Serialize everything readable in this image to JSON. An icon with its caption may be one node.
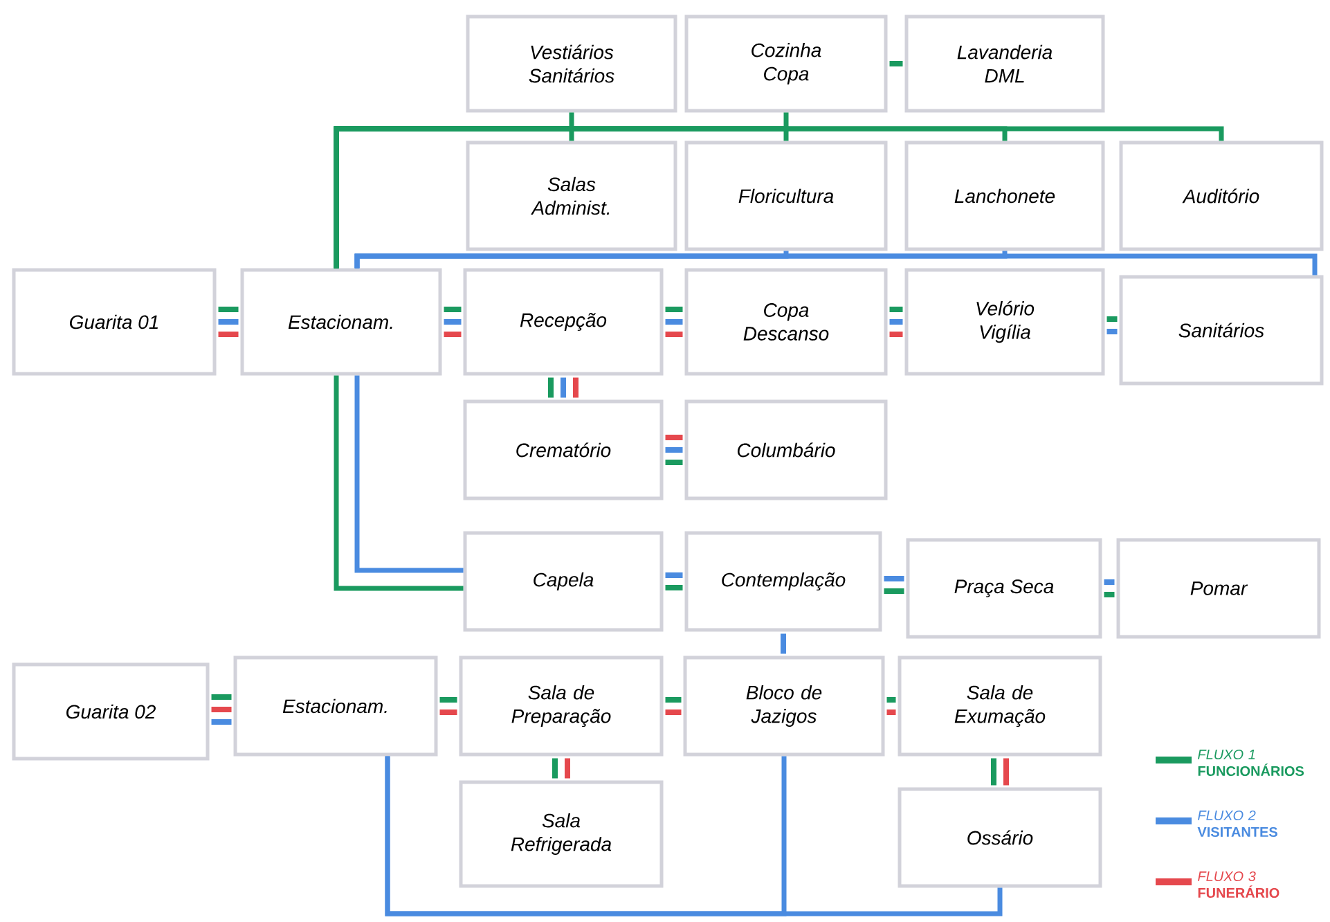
{
  "diagram": {
    "nodes": [
      {
        "text": [
          "Vestiários Sanitários"
        ]
      },
      {
        "text": [
          "Cozinha Copa"
        ]
      },
      {
        "text": [
          "Lavanderia DML"
        ]
      },
      {
        "text": [
          "Salas Administ."
        ]
      },
      {
        "text": [
          "Floricultura"
        ]
      },
      {
        "text": [
          "Lanchonete"
        ]
      },
      {
        "text": [
          "Auditório"
        ]
      },
      {
        "text": [
          "Guarita 01"
        ]
      },
      {
        "text": [
          "Estacionam."
        ]
      },
      {
        "text": [
          "Recepção"
        ]
      },
      {
        "text": [
          "Copa Descanso"
        ]
      },
      {
        "text": [
          "Velório Vigília"
        ]
      },
      {
        "text": [
          "Sanitários"
        ]
      },
      {
        "text": [
          "Crematório"
        ]
      },
      {
        "text": [
          "Columbário"
        ]
      },
      {
        "text": [
          "Capela"
        ]
      },
      {
        "text": [
          "Contemplação"
        ]
      },
      {
        "text": [
          "Praça Seca"
        ]
      },
      {
        "text": [
          "Pomar"
        ]
      },
      {
        "text": [
          "Guarita 02"
        ]
      },
      {
        "text": [
          "Estacionam."
        ]
      },
      {
        "text": [
          "Sala de Preparação"
        ]
      },
      {
        "text": [
          "Bloco de Jazigos"
        ]
      },
      {
        "text": [
          "Sala de Exumação"
        ]
      },
      {
        "text": [
          "Sala Refrigerada"
        ]
      },
      {
        "text": [
          "Ossário"
        ]
      }
    ],
    "edges": [
      {
        "from": 1,
        "to": 2,
        "arrow": "none",
        "color": "#1a9a5f"
      },
      {
        "from": 8,
        "to": 0,
        "arrow": "none",
        "color": "#1a9a5f"
      },
      {
        "from": 8,
        "to": 3,
        "arrow": "none",
        "color": "#1a9a5f"
      },
      {
        "from": 8,
        "to": 1,
        "arrow": "none",
        "color": "#1a9a5f"
      },
      {
        "from": 8,
        "to": 4,
        "arrow": "none",
        "color": "#1a9a5f"
      },
      {
        "from": 8,
        "to": 5,
        "arrow": "none",
        "color": "#1a9a5f"
      },
      {
        "from": 8,
        "to": 6,
        "arrow": "none",
        "color": "#1a9a5f"
      },
      {
        "from": 8,
        "to": 4,
        "arrow": "none",
        "color": "#4a8be0"
      },
      {
        "from": 8,
        "to": 5,
        "arrow": "none",
        "color": "#4a8be0"
      },
      {
        "from": 8,
        "to": 12,
        "arrow": "none",
        "color": "#4a8be0"
      },
      {
        "from": 7,
        "to": 8,
        "arrow": "none",
        "color": "#1a9a5f"
      },
      {
        "from": 7,
        "to": 8,
        "arrow": "none",
        "color": "#4a8be0"
      },
      {
        "from": 7,
        "to": 8,
        "arrow": "none",
        "color": "#e5484d"
      },
      {
        "from": 8,
        "to": 9,
        "arrow": "none",
        "color": "#1a9a5f"
      },
      {
        "from": 8,
        "to": 9,
        "arrow": "none",
        "color": "#4a8be0"
      },
      {
        "from": 8,
        "to": 9,
        "arrow": "none",
        "color": "#e5484d"
      },
      {
        "from": 9,
        "to": 10,
        "arrow": "none",
        "color": "#1a9a5f"
      },
      {
        "from": 9,
        "to": 10,
        "arrow": "none",
        "color": "#4a8be0"
      },
      {
        "from": 9,
        "to": 10,
        "arrow": "none",
        "color": "#e5484d"
      },
      {
        "from": 10,
        "to": 11,
        "arrow": "none",
        "color": "#1a9a5f"
      },
      {
        "from": 10,
        "to": 11,
        "arrow": "none",
        "color": "#4a8be0"
      },
      {
        "from": 10,
        "to": 11,
        "arrow": "none",
        "color": "#e5484d"
      },
      {
        "from": 11,
        "to": 12,
        "arrow": "none",
        "color": "#1a9a5f"
      },
      {
        "from": 11,
        "to": 12,
        "arrow": "none",
        "color": "#4a8be0"
      },
      {
        "from": 9,
        "to": 13,
        "arrow": "none",
        "color": "#1a9a5f"
      },
      {
        "from": 9,
        "to": 13,
        "arrow": "none",
        "color": "#4a8be0"
      },
      {
        "from": 9,
        "to": 13,
        "arrow": "none",
        "color": "#e5484d"
      },
      {
        "from": 13,
        "to": 14,
        "arrow": "none",
        "color": "#e5484d"
      },
      {
        "from": 13,
        "to": 14,
        "arrow": "none",
        "color": "#4a8be0"
      },
      {
        "from": 13,
        "to": 14,
        "arrow": "none",
        "color": "#1a9a5f"
      },
      {
        "from": 8,
        "to": 15,
        "arrow": "none",
        "color": "#1a9a5f"
      },
      {
        "from": 8,
        "to": 15,
        "arrow": "none",
        "color": "#4a8be0"
      },
      {
        "from": 15,
        "to": 16,
        "arrow": "none",
        "color": "#4a8be0"
      },
      {
        "from": 15,
        "to": 16,
        "arrow": "none",
        "color": "#1a9a5f"
      },
      {
        "from": 16,
        "to": 17,
        "arrow": "none",
        "color": "#4a8be0"
      },
      {
        "from": 16,
        "to": 17,
        "arrow": "none",
        "color": "#1a9a5f"
      },
      {
        "from": 17,
        "to": 18,
        "arrow": "none",
        "color": "#4a8be0"
      },
      {
        "from": 17,
        "to": 18,
        "arrow": "none",
        "color": "#1a9a5f"
      },
      {
        "from": 16,
        "to": 22,
        "arrow": "none",
        "color": "#4a8be0"
      },
      {
        "from": 19,
        "to": 20,
        "arrow": "none",
        "color": "#1a9a5f"
      },
      {
        "from": 19,
        "to": 20,
        "arrow": "none",
        "color": "#e5484d"
      },
      {
        "from": 19,
        "to": 20,
        "arrow": "none",
        "color": "#4a8be0"
      },
      {
        "from": 20,
        "to": 21,
        "arrow": "none",
        "color": "#1a9a5f"
      },
      {
        "from": 20,
        "to": 21,
        "arrow": "none",
        "color": "#e5484d"
      },
      {
        "from": 21,
        "to": 22,
        "arrow": "none",
        "color": "#1a9a5f"
      },
      {
        "from": 21,
        "to": 22,
        "arrow": "none",
        "color": "#e5484d"
      },
      {
        "from": 22,
        "to": 23,
        "arrow": "none",
        "color": "#1a9a5f"
      },
      {
        "from": 22,
        "to": 23,
        "arrow": "none",
        "color": "#e5484d"
      },
      {
        "from": 21,
        "to": 24,
        "arrow": "none",
        "color": "#1a9a5f"
      },
      {
        "from": 21,
        "to": 24,
        "arrow": "none",
        "color": "#e5484d"
      },
      {
        "from": 23,
        "to": 25,
        "arrow": "none",
        "color": "#1a9a5f"
      },
      {
        "from": 23,
        "to": 25,
        "arrow": "none",
        "color": "#e5484d"
      },
      {
        "from": 20,
        "to": 22,
        "arrow": "none",
        "color": "#4a8be0"
      },
      {
        "from": 20,
        "to": 25,
        "arrow": "none",
        "color": "#4a8be0"
      }
    ],
    "legend": [
      {
        "text": "*FLUXO 1* **FUNCIONÁRIOS**",
        "color": "#1a9a5f"
      },
      {
        "text": "*FLUXO 2* **VISITANTES**",
        "color": "#4a8be0"
      },
      {
        "text": "*FLUXO 3* **FUNERÁRIO**",
        "color": "#e5484d"
      }
    ]
  }
}
